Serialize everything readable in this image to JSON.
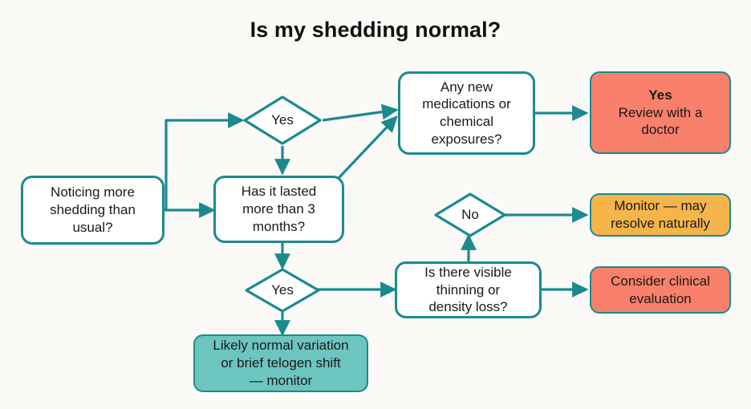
{
  "title": "Is my shedding normal?",
  "colors": {
    "background": "#FBFAF7",
    "stroke": "#1B8A8F",
    "text": "#1a1a1a",
    "salmon": "#F9806A",
    "amber": "#F5B54A",
    "teal": "#6DC5C0",
    "white": "#FFFFFF"
  },
  "nodes": {
    "start": {
      "label": "Noticing more\nshedding than\nusual?",
      "shape": "rounded-rect",
      "fill": "white"
    },
    "yes_top": {
      "label": "Yes",
      "shape": "diamond",
      "fill": "white"
    },
    "duration": {
      "label": "Has it lasted\nmore than 3\nmonths?",
      "shape": "rounded-rect",
      "fill": "white"
    },
    "medications": {
      "label": "Any new\nmedications or\nchemical\nexposures?",
      "shape": "rounded-rect",
      "fill": "white"
    },
    "review_doctor": {
      "label_strong": "Yes",
      "label": "Review with a\ndoctor",
      "shape": "rounded-rect",
      "fill": "salmon"
    },
    "no_mid": {
      "label": "No",
      "shape": "diamond",
      "fill": "white"
    },
    "monitor_resolve": {
      "label": "Monitor — may\nresolve naturally",
      "shape": "rounded-rect",
      "fill": "amber"
    },
    "visible_thinning": {
      "label": "Is there visible\nthinning or\ndensity loss?",
      "shape": "rounded-rect",
      "fill": "white"
    },
    "clinical_eval": {
      "label": "Consider clinical\nevaluation",
      "shape": "rounded-rect",
      "fill": "salmon"
    },
    "yes_bottom": {
      "label": "Yes",
      "shape": "diamond",
      "fill": "white"
    },
    "normal_variation": {
      "label": "Likely normal variation\nor brief telogen shift\n— monitor",
      "shape": "rounded-rect",
      "fill": "teal"
    }
  },
  "edges": [
    {
      "from": "start",
      "to": "yes_top"
    },
    {
      "from": "start",
      "to": "duration"
    },
    {
      "from": "yes_top",
      "to": "medications"
    },
    {
      "from": "yes_top",
      "to": "duration"
    },
    {
      "from": "duration",
      "to": "medications"
    },
    {
      "from": "duration",
      "to": "yes_bottom"
    },
    {
      "from": "medications",
      "to": "review_doctor"
    },
    {
      "from": "yes_bottom",
      "to": "visible_thinning"
    },
    {
      "from": "yes_bottom",
      "to": "normal_variation"
    },
    {
      "from": "visible_thinning",
      "to": "no_mid"
    },
    {
      "from": "visible_thinning",
      "to": "clinical_eval"
    },
    {
      "from": "no_mid",
      "to": "monitor_resolve"
    }
  ]
}
